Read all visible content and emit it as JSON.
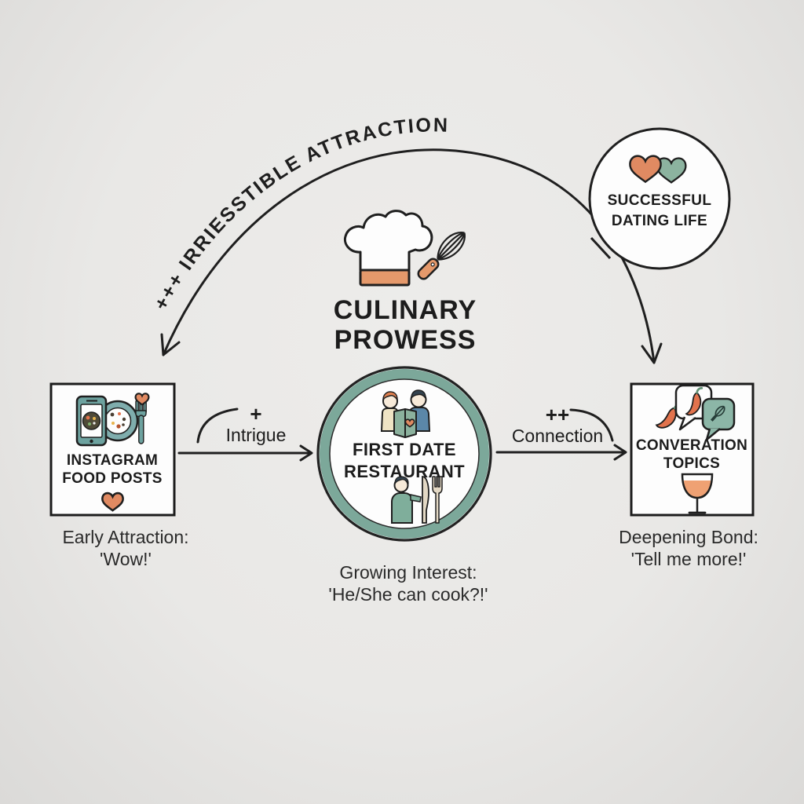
{
  "arc": {
    "label": "+++ IRRIESSTIBLE ATTRACTION"
  },
  "header": {
    "title_line1": "CULINARY",
    "title_line2": "PROWESS",
    "icons": [
      "chef-hat-icon",
      "whisk-icon"
    ]
  },
  "outcome_circle": {
    "label_line1": "SUCCESSFUL",
    "label_line2": "DATING LIFE",
    "icon": "two-hearts-icon"
  },
  "nodes": {
    "instagram": {
      "title_line1": "INSTAGRAM",
      "title_line2": "FOOD POSTS",
      "caption_line1": "Early Attraction:",
      "caption_line2": "'Wow!'",
      "icons": [
        "phone-food-photo-icon",
        "plate-icon",
        "fork-icon",
        "heart-icon"
      ]
    },
    "restaurant": {
      "title_line1": "FIRST DATE",
      "title_line2": "RESTAURANT",
      "caption_line1": "Growing Interest:",
      "caption_line2": "'He/She can cook?!'",
      "icons": [
        "couple-reading-menu-icon",
        "waiter-with-cutlery-icon"
      ]
    },
    "conversation": {
      "title_line1": "CONVERATION",
      "title_line2": "TOPICS",
      "caption_line1": "Deepening Bond:",
      "caption_line2": "'Tell me more!'",
      "icons": [
        "chili-pepper-icon",
        "chili-speech-bubble-icon",
        "whisk-speech-bubble-icon",
        "wine-glass-icon"
      ]
    }
  },
  "edges": {
    "intrigue": {
      "plus": "+",
      "label": "Intrigue"
    },
    "connection": {
      "plus": "++",
      "label": "Connection"
    }
  },
  "colors": {
    "background": "#e9e8e6",
    "line": "#1f1f1f",
    "coral": "#e08a62",
    "chili_orange": "#e2734d",
    "hat_band_orange": "#e5996b",
    "wine_orange": "#efa173",
    "teal_ring": "#7ca89a",
    "teal_icon": "#6da29f",
    "plate_teal": "#7fadad",
    "sage_green": "#8cb6a7",
    "shirt_blue": "#5b87a8"
  }
}
